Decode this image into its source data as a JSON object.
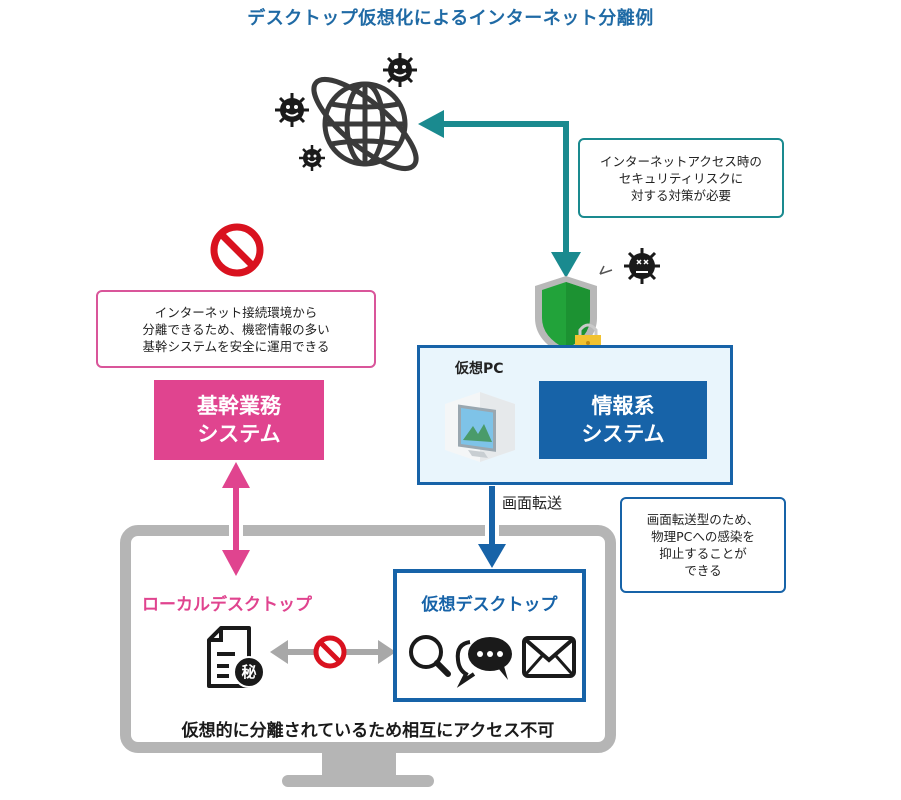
{
  "title": "デスクトップ仮想化によるインターネット分離例",
  "internet": {
    "icon": "globe-icon",
    "threats": [
      "virus-icon",
      "virus-icon",
      "virus-icon"
    ]
  },
  "notes": {
    "internet_risk": [
      "インターネットアクセス時の",
      "セキュリティリスクに",
      "対する対策が必要"
    ],
    "core_system": [
      "インターネット接続環境から",
      "分離できるため、機密情報の多い",
      "基幹システムを安全に運用できる"
    ],
    "screen_transfer": [
      "画面転送型のため、",
      "物理PCへの感染を",
      "抑止することが",
      "できる"
    ]
  },
  "core_system": {
    "label_line1": "基幹業務",
    "label_line2": "システム"
  },
  "virtual_pc": {
    "label": "仮想PC",
    "info_system_line1": "情報系",
    "info_system_line2": "システム"
  },
  "screen_transfer_label": "画面転送",
  "local_desktop": {
    "label": "ローカルデスクトップ",
    "secret_badge": "秘"
  },
  "virtual_desktop": {
    "label": "仮想デスクトップ",
    "apps": [
      "search-icon",
      "chat-icon",
      "mail-icon"
    ]
  },
  "isolation_caption": "仮想的に分離されているため相互にアクセス不可",
  "colors": {
    "title": "#1f6aa5",
    "teal": "#1a8a8f",
    "pink": "#e0448f",
    "blue": "#1763a8",
    "gray": "#b5b5b5",
    "shield_green": "#22a33a",
    "lock_yellow": "#f2c230",
    "prohibit_red": "#d9121f"
  }
}
